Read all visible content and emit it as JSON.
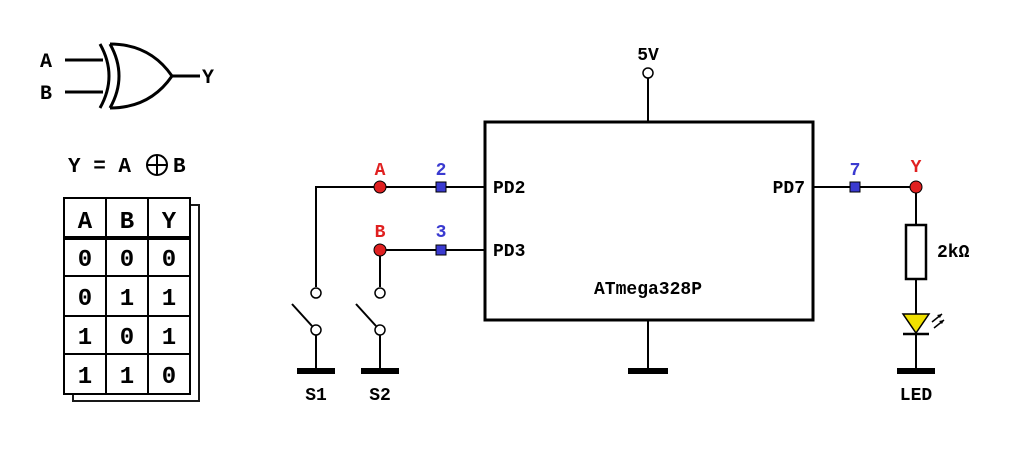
{
  "gate": {
    "input_a": "A",
    "input_b": "B",
    "output": "Y",
    "equation_left": "Y = A",
    "equation_right": "B"
  },
  "truth_table": {
    "headers": [
      "A",
      "B",
      "Y"
    ],
    "rows": [
      [
        "0",
        "0",
        "0"
      ],
      [
        "0",
        "1",
        "1"
      ],
      [
        "1",
        "0",
        "1"
      ],
      [
        "1",
        "1",
        "0"
      ]
    ]
  },
  "circuit": {
    "supply_label": "5V",
    "chip_name": "ATmega328P",
    "pin_pd2": "PD2",
    "pin_pd3": "PD3",
    "pin_pd7": "PD7",
    "pin_num_2": "2",
    "pin_num_3": "3",
    "pin_num_7": "7",
    "node_a": "A",
    "node_b": "B",
    "node_y": "Y",
    "resistor_value": "2kΩ",
    "switch_1": "S1",
    "switch_2": "S2",
    "led_label": "LED"
  },
  "colors": {
    "node_red": "#e02020",
    "pin_blue": "#3a3ad0",
    "led_yellow": "#f0e000"
  }
}
